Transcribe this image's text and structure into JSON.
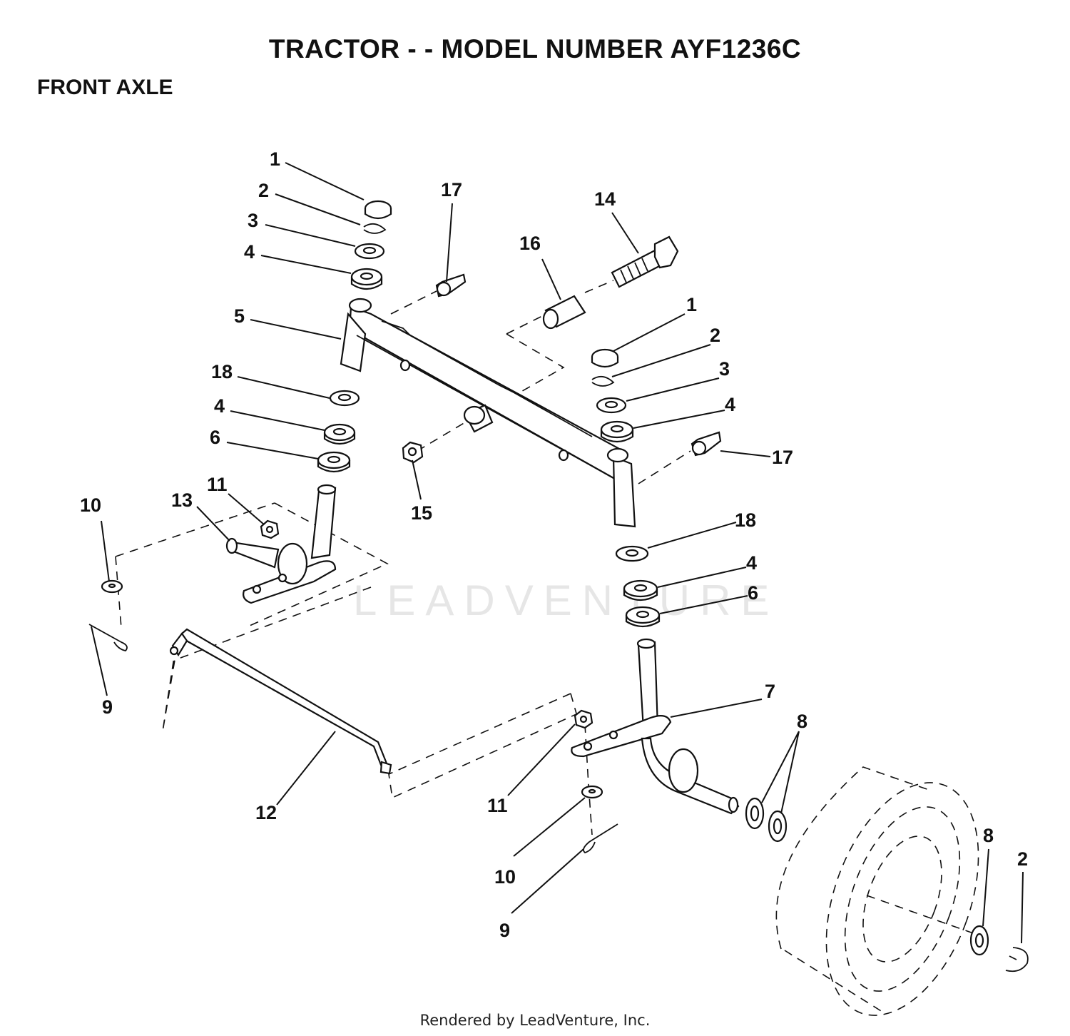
{
  "header": {
    "title": "TRACTOR - - MODEL NUMBER AYF1236C",
    "section": "FRONT AXLE"
  },
  "watermark": "LEADVENTURE",
  "footer": "Rendered by LeadVenture, Inc.",
  "callouts": {
    "c1a": "1",
    "c2a": "2",
    "c3a": "3",
    "c4a": "4",
    "c5": "5",
    "c18a": "18",
    "c4b": "4",
    "c6a": "6",
    "c11a": "11",
    "c13": "13",
    "c10a": "10",
    "c9a": "9",
    "c17a": "17",
    "c16": "16",
    "c14": "14",
    "c15": "15",
    "c1b": "1",
    "c2b": "2",
    "c3b": "3",
    "c4c": "4",
    "c17b": "17",
    "c18b": "18",
    "c4d": "4",
    "c6b": "6",
    "c7": "7",
    "c8a": "8",
    "c12": "12",
    "c11b": "11",
    "c10b": "10",
    "c9b": "9",
    "c8b": "8",
    "c2c": "2"
  }
}
